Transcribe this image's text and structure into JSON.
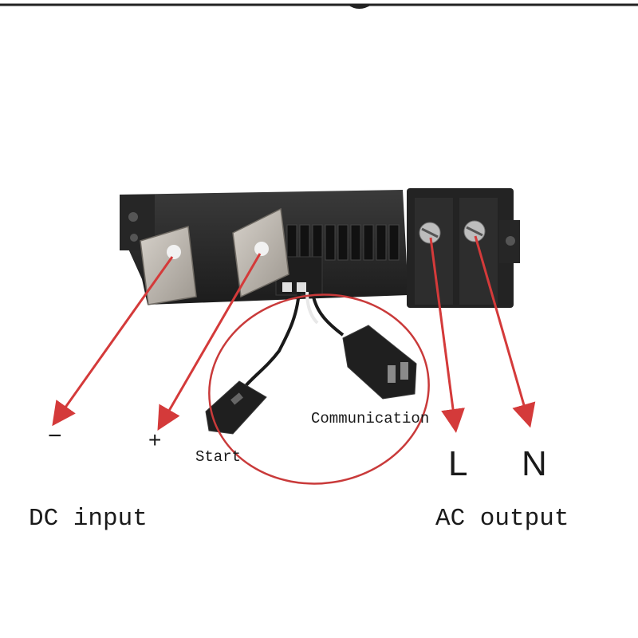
{
  "labels": {
    "dc_negative": "−",
    "dc_positive": "+",
    "start": "Start",
    "communication": "Communication",
    "ac_line": "L",
    "ac_neutral": "N",
    "dc_input": "DC input",
    "ac_output": "AC output"
  },
  "colors": {
    "arrow": "#d43a3a",
    "highlight_circle": "#c93a3a",
    "connector_body": "#2a2a2a",
    "terminal_plate": "#b8b2aa",
    "text": "#1a1a1a"
  }
}
